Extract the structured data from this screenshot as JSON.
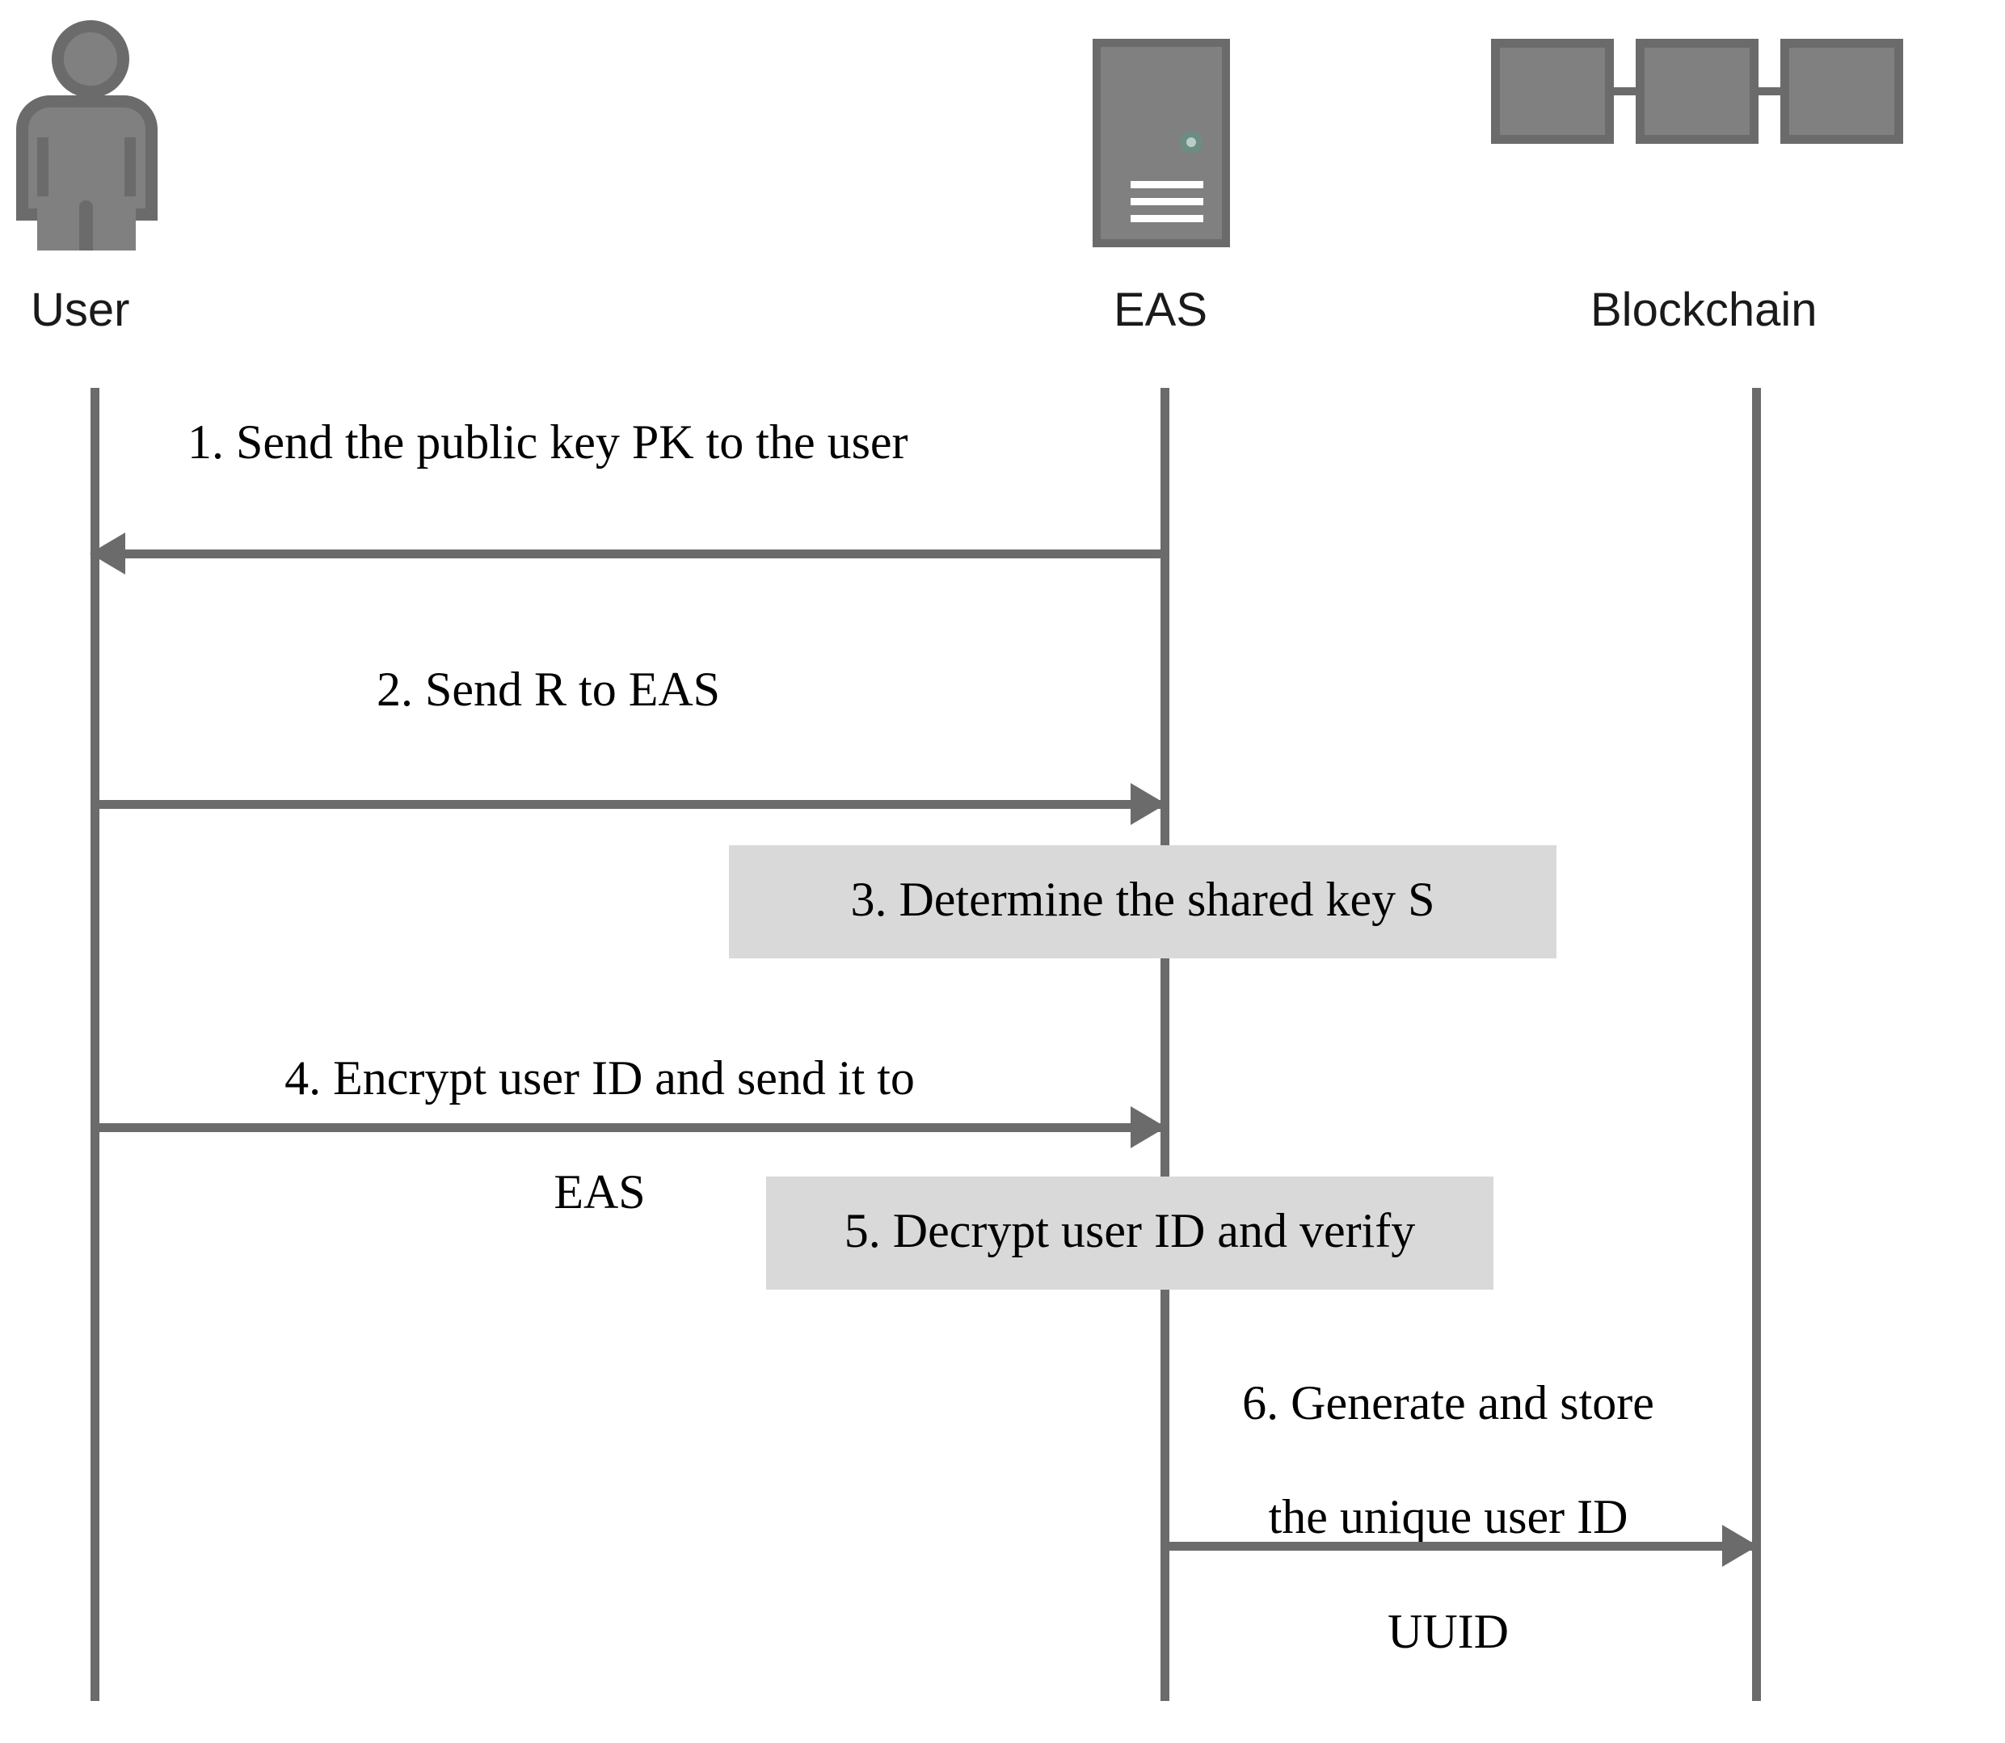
{
  "diagram": {
    "title": "User registration sequence diagram",
    "type": "sequence-diagram",
    "colors": {
      "lifeline": "#6b6b6b",
      "icon_dark": "#6b6b6b",
      "icon_light": "#808080",
      "note_fill": "#d9d9d9",
      "led": "#6d8c83",
      "text": "#000000"
    }
  },
  "actors": [
    {
      "id": "user",
      "label": "User",
      "icon": "person-icon"
    },
    {
      "id": "eas",
      "label": "EAS",
      "icon": "server-icon"
    },
    {
      "id": "blockchain",
      "label": "Blockchain",
      "icon": "blockchain-icon"
    }
  ],
  "steps": [
    {
      "number": "1",
      "kind": "message",
      "from": "eas",
      "to": "user",
      "direction": "left",
      "label": "1. Send the public key PK to the user"
    },
    {
      "number": "2",
      "kind": "message",
      "from": "user",
      "to": "eas",
      "direction": "right",
      "label": "2. Send R to EAS"
    },
    {
      "number": "3",
      "kind": "note",
      "on": "eas",
      "label": "3. Determine the shared key S"
    },
    {
      "number": "4",
      "kind": "message",
      "from": "user",
      "to": "eas",
      "direction": "right",
      "label": "4. Encrypt user ID and send it to\nEAS",
      "line1": "4. Encrypt user ID and send it to",
      "line2": "EAS"
    },
    {
      "number": "5",
      "kind": "note",
      "on": "eas",
      "label": "5. Decrypt user ID and verify"
    },
    {
      "number": "6",
      "kind": "message",
      "from": "eas",
      "to": "blockchain",
      "direction": "right",
      "label": "6. Generate and store\nthe unique user ID\nUUID",
      "line1": "6. Generate and store",
      "line2": "the unique user ID",
      "line3": "UUID"
    }
  ]
}
